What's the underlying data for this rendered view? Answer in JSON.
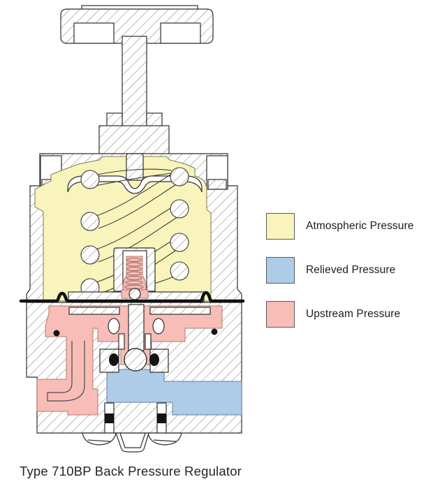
{
  "title": "Type 710BP Back Pressure Regulator",
  "legend": {
    "items": [
      {
        "label": "Atmospheric Pressure",
        "color": "#f8f4bb"
      },
      {
        "label": "Relieved Pressure",
        "color": "#aecbe8"
      },
      {
        "label": "Upstream Pressure",
        "color": "#f7bdb6"
      }
    ]
  },
  "diagram": {
    "outline_color": "#2e2e2e",
    "diaphragm_color": "#111111"
  }
}
